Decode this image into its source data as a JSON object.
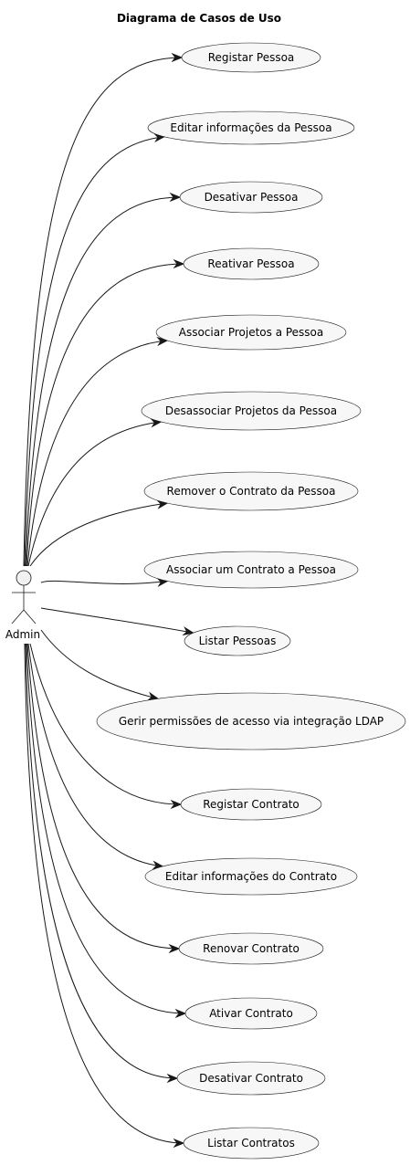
{
  "diagram": {
    "title": "Diagrama de Casos de Uso",
    "actor": {
      "name": "Admin"
    },
    "use_cases": [
      "Registar Pessoa",
      "Editar informações da Pessoa",
      "Desativar Pessoa",
      "Reativar Pessoa",
      "Associar Projetos a Pessoa",
      "Desassociar Projetos da Pessoa",
      "Remover o Contrato da Pessoa",
      "Associar um Contrato a Pessoa",
      "Listar Pessoas",
      "Gerir permissões de acesso via integração LDAP",
      "Registar Contrato",
      "Editar informações do Contrato",
      "Renovar Contrato",
      "Ativar Contrato",
      "Desativar Contrato",
      "Listar Contratos"
    ],
    "colors": {
      "use_case_fill": "#f7f7f7",
      "stroke": "#181818",
      "actor_fill": "#f1f1f1",
      "background": "#ffffff"
    }
  }
}
